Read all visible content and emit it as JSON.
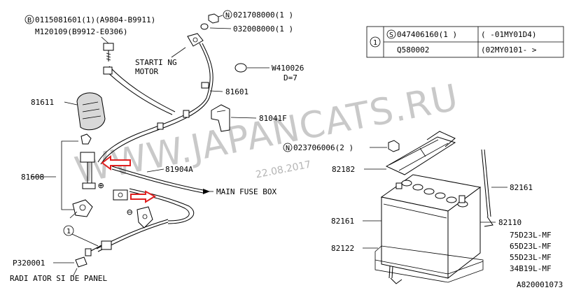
{
  "watermark": "WWW.JAPANCATS.RU",
  "date_stamp": "22.08.2017",
  "diagram_id": "A820001073",
  "labels": {
    "bolt_code": "0115081601(1)(A9804-B9911)",
    "bolt_prefix": "B",
    "bolt_code2": "M120109(B9912-E0306)",
    "nut_prefix": "N",
    "nut_code": "021708000(1 )",
    "washer_code": "032008000(1 )",
    "starting_motor_1": "STARTI NG",
    "starting_motor_2": "MOTOR",
    "grommet_code": "W410026",
    "grommet_d": "D=7",
    "p81601": "81601",
    "p81611": "81611",
    "p81041f": "81041F",
    "p81608": "81608",
    "p81904a": "81904A",
    "main_fuse_box": "MAIN FUSE BOX",
    "plus_sign": "⊕",
    "minus_sign": "⊖",
    "callout_1": "1",
    "p320001": "P320001",
    "radiator_side_panel": "RADI ATOR SI DE PANEL",
    "nut2_prefix": "N",
    "nut2_code": "023706006(2 )",
    "p82182": "82182",
    "p82161_right": "82161",
    "p82161_left": "82161",
    "p82110": "82110",
    "p82122": "82122",
    "bat_75": "75D23L-MF",
    "bat_65": "65D23L-MF",
    "bat_55": "55D23L-MF",
    "bat_34": "34B19L-MF"
  },
  "table": {
    "index": "1",
    "row1": {
      "prefix": "S",
      "part": "047406160(1 )",
      "range": "(     -01MY01D4)"
    },
    "row2": {
      "part": "Q580002",
      "range": "(02MY0101-     >"
    }
  }
}
